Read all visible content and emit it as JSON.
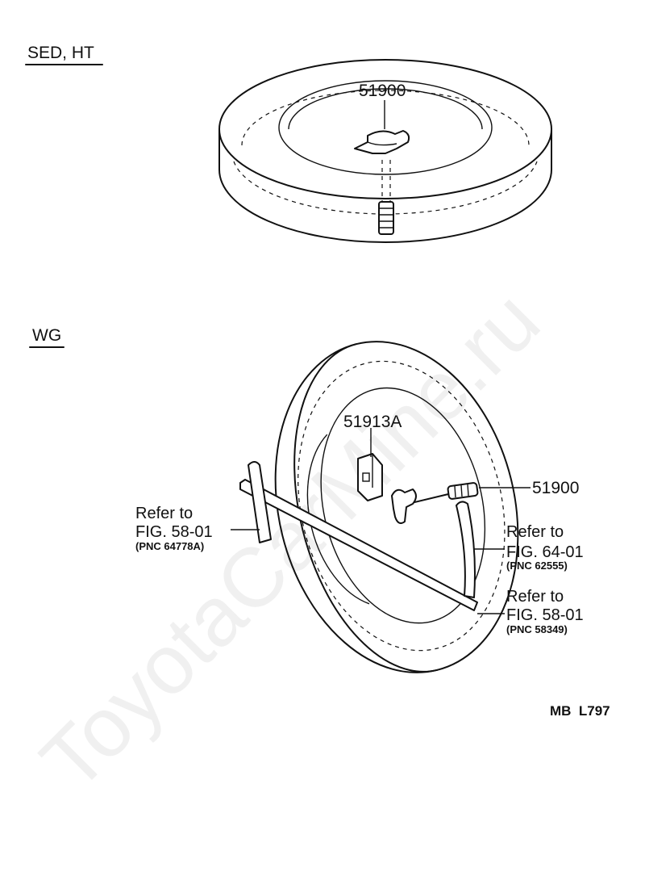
{
  "watermark": "ToyotaCarMine.ru",
  "sections": {
    "sed_ht": "SED, HT",
    "wg": "WG"
  },
  "sed_ht_callouts": {
    "hold_down": "51900"
  },
  "wg_callouts": {
    "bracket": "51913A",
    "hold_down": "51900",
    "ref_left": {
      "refer": "Refer to",
      "fig": "FIG. 58-01",
      "pnc": "(PNC 64778A)"
    },
    "ref_right1": {
      "refer": "Refer to",
      "fig": "FIG. 64-01",
      "pnc": "(PNC 62555)"
    },
    "ref_right2": {
      "refer": "Refer to",
      "fig": "FIG. 58-01",
      "pnc": "(PNC 58349)"
    }
  },
  "diagram_code": "MB  L797"
}
